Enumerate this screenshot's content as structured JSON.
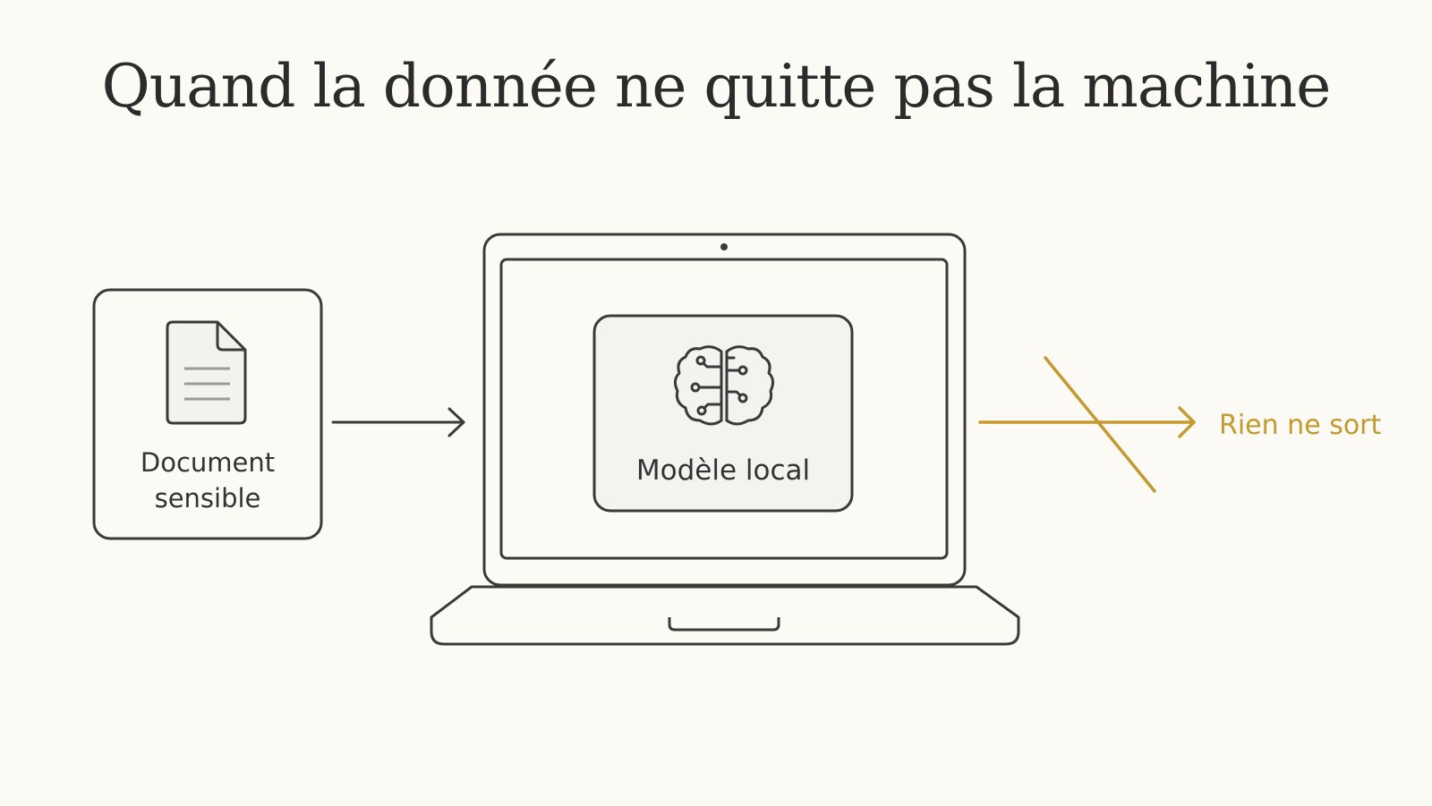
{
  "title": "Quand la donnée ne quitte pas la machine",
  "nodes": {
    "document": {
      "line1": "Document",
      "line2": "sensible",
      "icon": "document-icon"
    },
    "model": {
      "label": "Modèle local",
      "icon": "brain-circuit-icon"
    },
    "output": {
      "label": "Rien ne sort"
    }
  },
  "colors": {
    "background": "#fbfaf5",
    "stroke": "#3a3a3a",
    "accent": "#c29a2e"
  }
}
